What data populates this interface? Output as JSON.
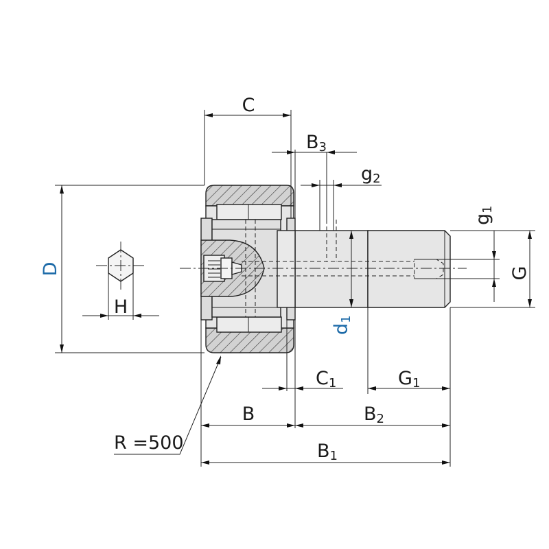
{
  "labels": {
    "C": "C",
    "B3": "B",
    "B3_sub": "3",
    "g2": "g",
    "g2_sub": "2",
    "g1": "g",
    "g1_sub": "1",
    "G": "G",
    "D": "D",
    "H": "H",
    "d1": "d",
    "d1_sub": "1",
    "C1": "C",
    "C1_sub": "1",
    "G1": "G",
    "G1_sub": "1",
    "B": "B",
    "B2": "B",
    "B2_sub": "2",
    "B1": "B",
    "B1_sub": "1",
    "R": "R =500"
  },
  "colors": {
    "line": "#222222",
    "part_fill": "#e3e3e3",
    "section_fill": "#cfcfcf",
    "blue_label": "#1c6aa8"
  }
}
